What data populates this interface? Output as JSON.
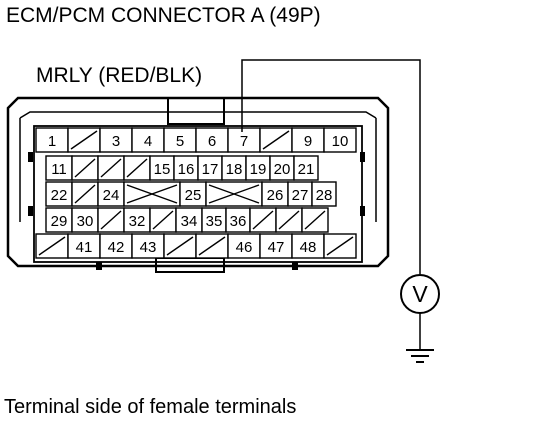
{
  "title": "ECM/PCM CONNECTOR A (49P)",
  "wire_label": "MRLY (RED/BLK)",
  "caption": "Terminal side of female terminals",
  "meter_symbol": "V",
  "probe_terminal": "7",
  "rows": [
    [
      "1",
      "/",
      "3",
      "4",
      "5",
      "6",
      "7",
      "/",
      "9",
      "10"
    ],
    [
      "11",
      "/",
      "/",
      "/",
      "15",
      "16",
      "17",
      "18",
      "19",
      "20",
      "21"
    ],
    [
      "22",
      "/",
      "24",
      "X",
      "25",
      "X",
      "26",
      "27",
      "28"
    ],
    [
      "29",
      "30",
      "/",
      "32",
      "/",
      "34",
      "35",
      "36",
      "/",
      "/",
      "/"
    ],
    [
      "/",
      "41",
      "42",
      "43",
      "/",
      "/",
      "46",
      "47",
      "48",
      "/"
    ]
  ]
}
